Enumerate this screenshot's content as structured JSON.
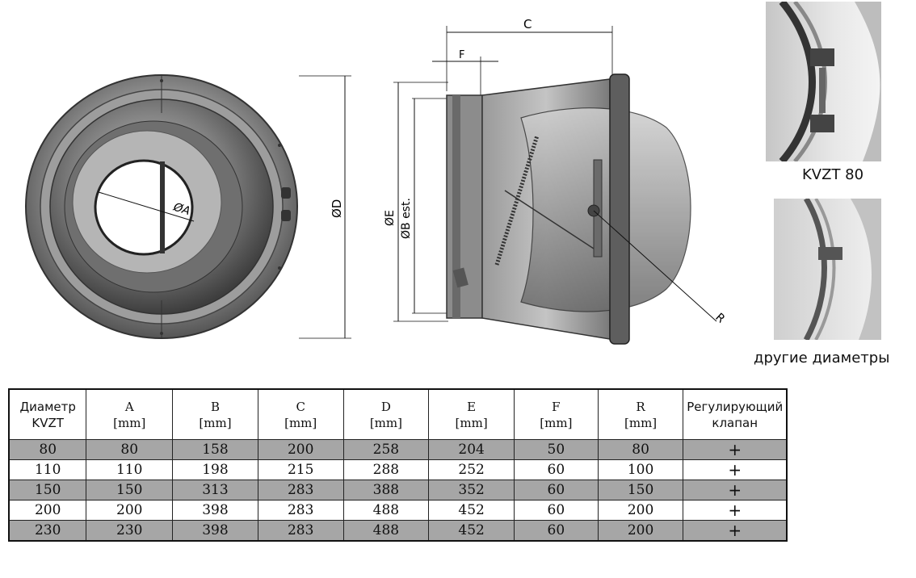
{
  "front_view": {
    "dim_A": "ØA",
    "dim_D": "ØD"
  },
  "side_view": {
    "dim_C": "C",
    "dim_F": "F",
    "dim_E": "ØE",
    "dim_B": "ØB est.",
    "dim_R": "R"
  },
  "photos": {
    "caption_top": "KVZT 80",
    "caption_bottom": "другие диаметры"
  },
  "table": {
    "headers": [
      {
        "line1": "Диаметр",
        "line2": "KVZT"
      },
      {
        "line1": "A",
        "line2": "[mm]"
      },
      {
        "line1": "B",
        "line2": "[mm]"
      },
      {
        "line1": "C",
        "line2": "[mm]"
      },
      {
        "line1": "D",
        "line2": "[mm]"
      },
      {
        "line1": "E",
        "line2": "[mm]"
      },
      {
        "line1": "F",
        "line2": "[mm]"
      },
      {
        "line1": "R",
        "line2": "[mm]"
      },
      {
        "line1": "Регулирующий",
        "line2": "клапан"
      }
    ],
    "rows": [
      [
        "80",
        "80",
        "158",
        "200",
        "258",
        "204",
        "50",
        "80",
        "+"
      ],
      [
        "110",
        "110",
        "198",
        "215",
        "288",
        "252",
        "60",
        "100",
        "+"
      ],
      [
        "150",
        "150",
        "313",
        "283",
        "388",
        "352",
        "60",
        "150",
        "+"
      ],
      [
        "200",
        "200",
        "398",
        "283",
        "488",
        "452",
        "60",
        "200",
        "+"
      ],
      [
        "230",
        "230",
        "398",
        "283",
        "488",
        "452",
        "60",
        "200",
        "+"
      ]
    ]
  }
}
